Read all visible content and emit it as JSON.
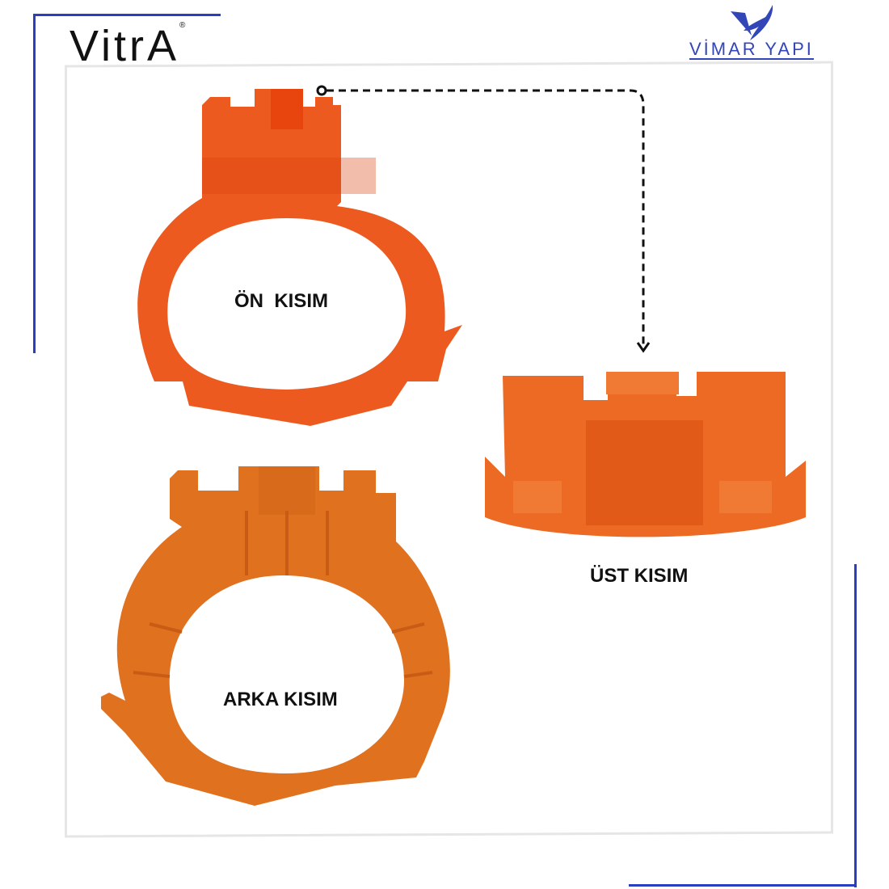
{
  "brand_left": {
    "name": "VitrA",
    "registered": "®"
  },
  "brand_right": {
    "name": "VİMAR YAPI"
  },
  "labels": {
    "front": "ÖN  KISIM",
    "back": "ARKA KISIM",
    "top": "ÜST KISIM"
  },
  "colors": {
    "accent_blue": "#2a3fbf",
    "part_orange": "#ec5a1f",
    "part_orange_back": "#e0711f"
  }
}
